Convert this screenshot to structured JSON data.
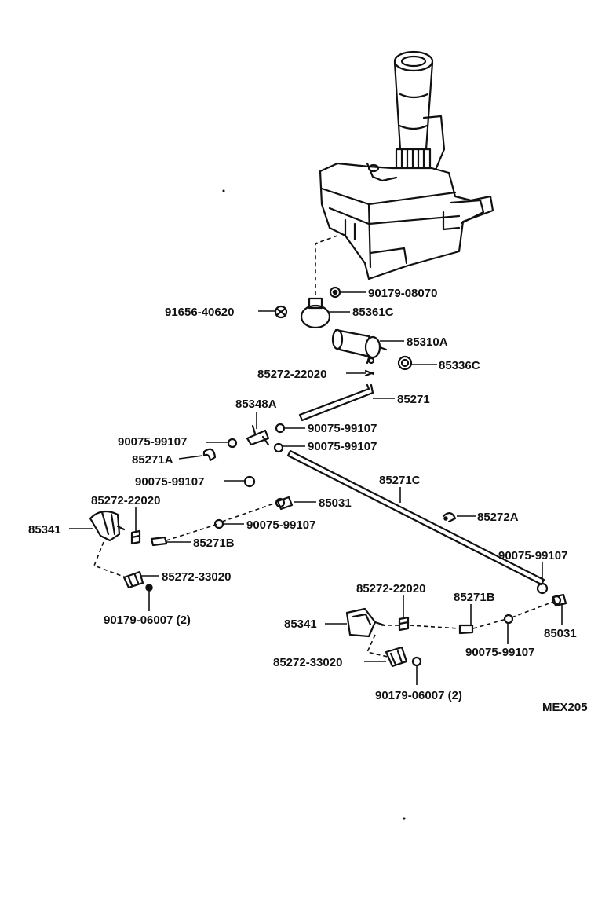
{
  "diagram_id": "MEX205",
  "callouts": [
    {
      "id": "c01",
      "text": "90179-08070"
    },
    {
      "id": "c02",
      "text": "91656-40620"
    },
    {
      "id": "c03",
      "text": "85361C"
    },
    {
      "id": "c04",
      "text": "85310A"
    },
    {
      "id": "c05",
      "text": "85336C"
    },
    {
      "id": "c06",
      "text": "85272-22020"
    },
    {
      "id": "c07",
      "text": "85271"
    },
    {
      "id": "c08",
      "text": "85348A"
    },
    {
      "id": "c09",
      "text": "90075-99107"
    },
    {
      "id": "c10",
      "text": "90075-99107"
    },
    {
      "id": "c11",
      "text": "85271A"
    },
    {
      "id": "c12",
      "text": "90075-99107"
    },
    {
      "id": "c13",
      "text": "90075-99107"
    },
    {
      "id": "c14",
      "text": "85271C"
    },
    {
      "id": "c15",
      "text": "85272-22020"
    },
    {
      "id": "c16",
      "text": "85031"
    },
    {
      "id": "c17",
      "text": "85341"
    },
    {
      "id": "c18",
      "text": "90075-99107"
    },
    {
      "id": "c19",
      "text": "85272A"
    },
    {
      "id": "c20",
      "text": "85271B"
    },
    {
      "id": "c21",
      "text": "90075-99107"
    },
    {
      "id": "c22",
      "text": "85272-33020"
    },
    {
      "id": "c23",
      "text": "90179-06007 (2)"
    },
    {
      "id": "c24",
      "text": "85272-22020"
    },
    {
      "id": "c25",
      "text": "85271B"
    },
    {
      "id": "c26",
      "text": "85341"
    },
    {
      "id": "c27",
      "text": "85031"
    },
    {
      "id": "c28",
      "text": "90075-99107"
    },
    {
      "id": "c29",
      "text": "85272-33020"
    },
    {
      "id": "c30",
      "text": "90179-06007 (2)"
    }
  ]
}
